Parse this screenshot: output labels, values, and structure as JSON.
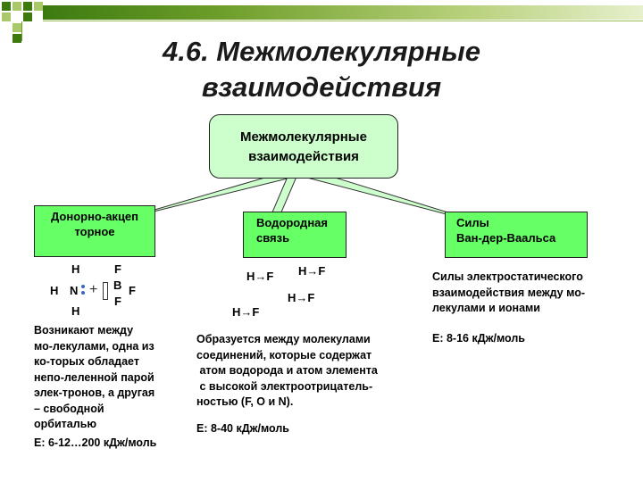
{
  "title": {
    "line1": "4.6. Межмолекулярные",
    "line2": "взаимодействия"
  },
  "center": {
    "line1": "Межмолекулярные",
    "line2": "взаимодействия"
  },
  "donor": {
    "heading_line1": "Донорно-акцеп",
    "heading_line2": "торное",
    "molecule": {
      "h_top": "H",
      "f_top": "F",
      "h_left": "H",
      "n": "N",
      "plus": "+",
      "b": "B",
      "f_right": "F",
      "h_bottom": "H",
      "f_bottom": "F"
    },
    "text": [
      "Возникают между",
      "мо-лекулами, одна из",
      "ко-торых обладает",
      "непо-леленной парой",
      "элек-тронов, а другая",
      "– свободной",
      "орбиталью"
    ],
    "energy": "E: 6-12…200 кДж/моль"
  },
  "hydrogen": {
    "heading_line1": "Водородная",
    "heading_line2": "связь",
    "bonds": [
      "H→F",
      "H→F",
      "H→F",
      "H→F"
    ],
    "text": [
      "Образуется между молекулами",
      "соединений, которые содержат",
      " атом водорода и атом элемента",
      " с высокой электроотрицатель-",
      "ностью (F, O и N)."
    ],
    "energy": "E: 8-40 кДж/моль"
  },
  "vdw": {
    "heading_line1": "Силы",
    "heading_line2": "Ван-дер-Ваальса",
    "text": [
      "Силы электростатического",
      "взаимодействия между мо-",
      "лекулами и ионами"
    ],
    "energy": "E: 8-16 кДж/моль"
  },
  "colors": {
    "box_fill": "#66ff66",
    "center_fill": "#ccffcc",
    "accent": "#6e9e2a"
  }
}
